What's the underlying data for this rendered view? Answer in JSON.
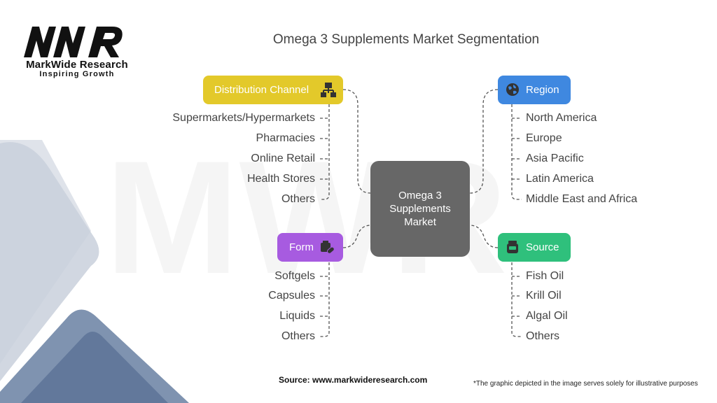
{
  "brand": {
    "mark": "MWR",
    "name": "MarkWide Research",
    "tagline": "Inspiring Growth"
  },
  "title": "Omega 3 Supplements Market Segmentation",
  "center": {
    "line1": "Omega 3",
    "line2": "Supplements",
    "line3": "Market"
  },
  "segments": {
    "distribution": {
      "label": "Distribution Channel",
      "icon": "distribution-network-icon",
      "color": "#e3c92a",
      "items": [
        "Supermarkets/Hypermarkets",
        "Pharmacies",
        "Online Retail",
        "Health Stores",
        "Others"
      ]
    },
    "region": {
      "label": "Region",
      "icon": "globe-icon",
      "color": "#3f88e0",
      "items": [
        "North America",
        "Europe",
        "Asia Pacific",
        "Latin America",
        "Middle East and Africa"
      ]
    },
    "form": {
      "label": "Form",
      "icon": "pill-box-icon",
      "color": "#a75be0",
      "items": [
        "Softgels",
        "Capsules",
        "Liquids",
        "Others"
      ]
    },
    "source": {
      "label": "Source",
      "icon": "jar-icon",
      "color": "#2fc07c",
      "items": [
        "Fish Oil",
        "Krill Oil",
        "Algal Oil",
        "Others"
      ]
    }
  },
  "footer": {
    "source": "Source: www.markwideresearch.com",
    "note": "*The graphic depicted in the image serves solely for illustrative purposes"
  }
}
